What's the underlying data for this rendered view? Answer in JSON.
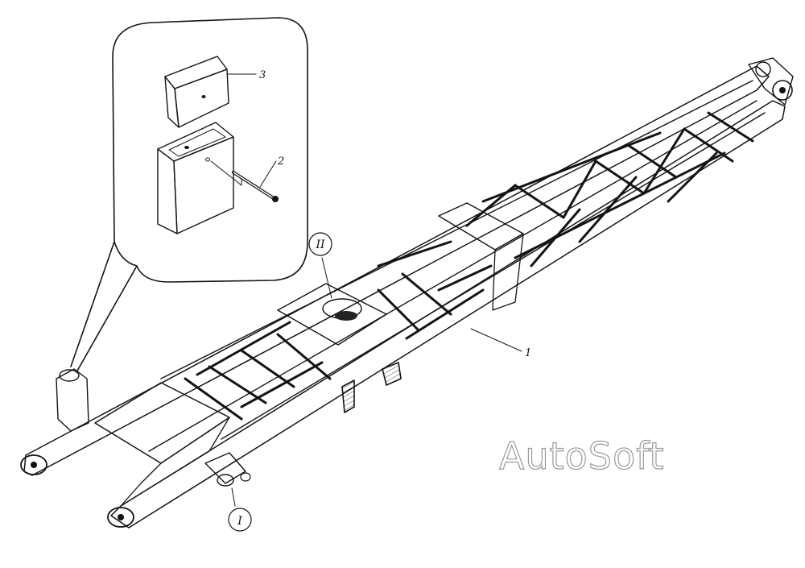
{
  "callouts": {
    "part_1": "1",
    "part_2": "2",
    "part_3": "3",
    "detail_I": "I",
    "detail_II": "II"
  },
  "watermark": "AutoSoft",
  "colors": {
    "ink": "#141414",
    "paper": "#ffffff",
    "watermark_outline": "#9a9a9a"
  }
}
